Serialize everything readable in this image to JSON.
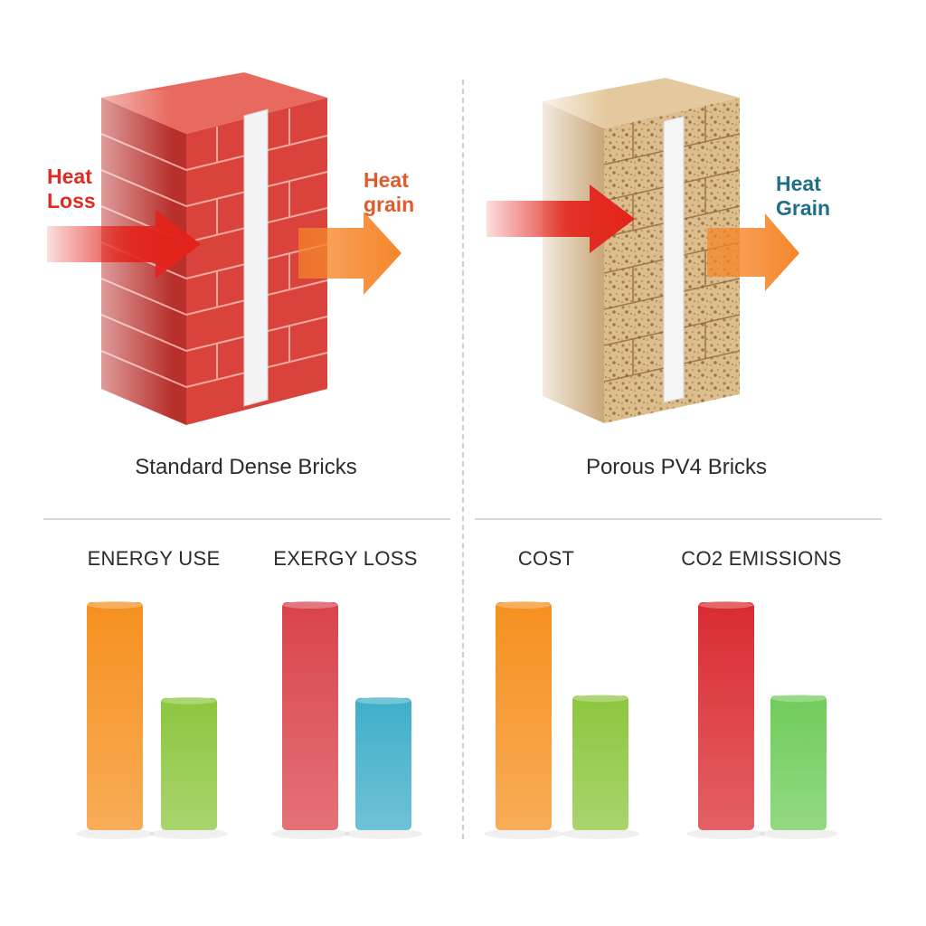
{
  "left_panel": {
    "caption": "Standard Dense Bricks",
    "heat_in_label": [
      "Heat",
      "Loss"
    ],
    "heat_out_label": [
      "Heat",
      "grain"
    ]
  },
  "right_panel": {
    "caption": "Porous PV4 Bricks",
    "heat_out_label": [
      "Heat",
      "Grain"
    ]
  },
  "colors": {
    "brick": "#d9433c",
    "porous": "#d8b88a",
    "heat_in_arrow": "#e3231b",
    "heat_out_arrow": "#f5862a",
    "heat_loss_text": "#e02b23",
    "heat_grain_text_left": "#e05a2a",
    "heat_grain_text_right": "#1e6f87"
  },
  "chart_data": [
    {
      "type": "bar",
      "title": "ENERGY USE",
      "values": [
        100,
        58
      ],
      "colors": [
        "#f5901f",
        "#8cc63e"
      ]
    },
    {
      "type": "bar",
      "title": "EXERGY LOSS",
      "values": [
        100,
        58
      ],
      "colors": [
        "#d9434a",
        "#3faec9"
      ]
    },
    {
      "type": "bar",
      "title": "COST",
      "values": [
        100,
        59
      ],
      "colors": [
        "#f5901f",
        "#8cc63e"
      ]
    },
    {
      "type": "bar",
      "title": "CO2 EMISSIONS",
      "values": [
        100,
        59
      ],
      "colors": [
        "#d92b30",
        "#6fcc5a"
      ]
    }
  ]
}
